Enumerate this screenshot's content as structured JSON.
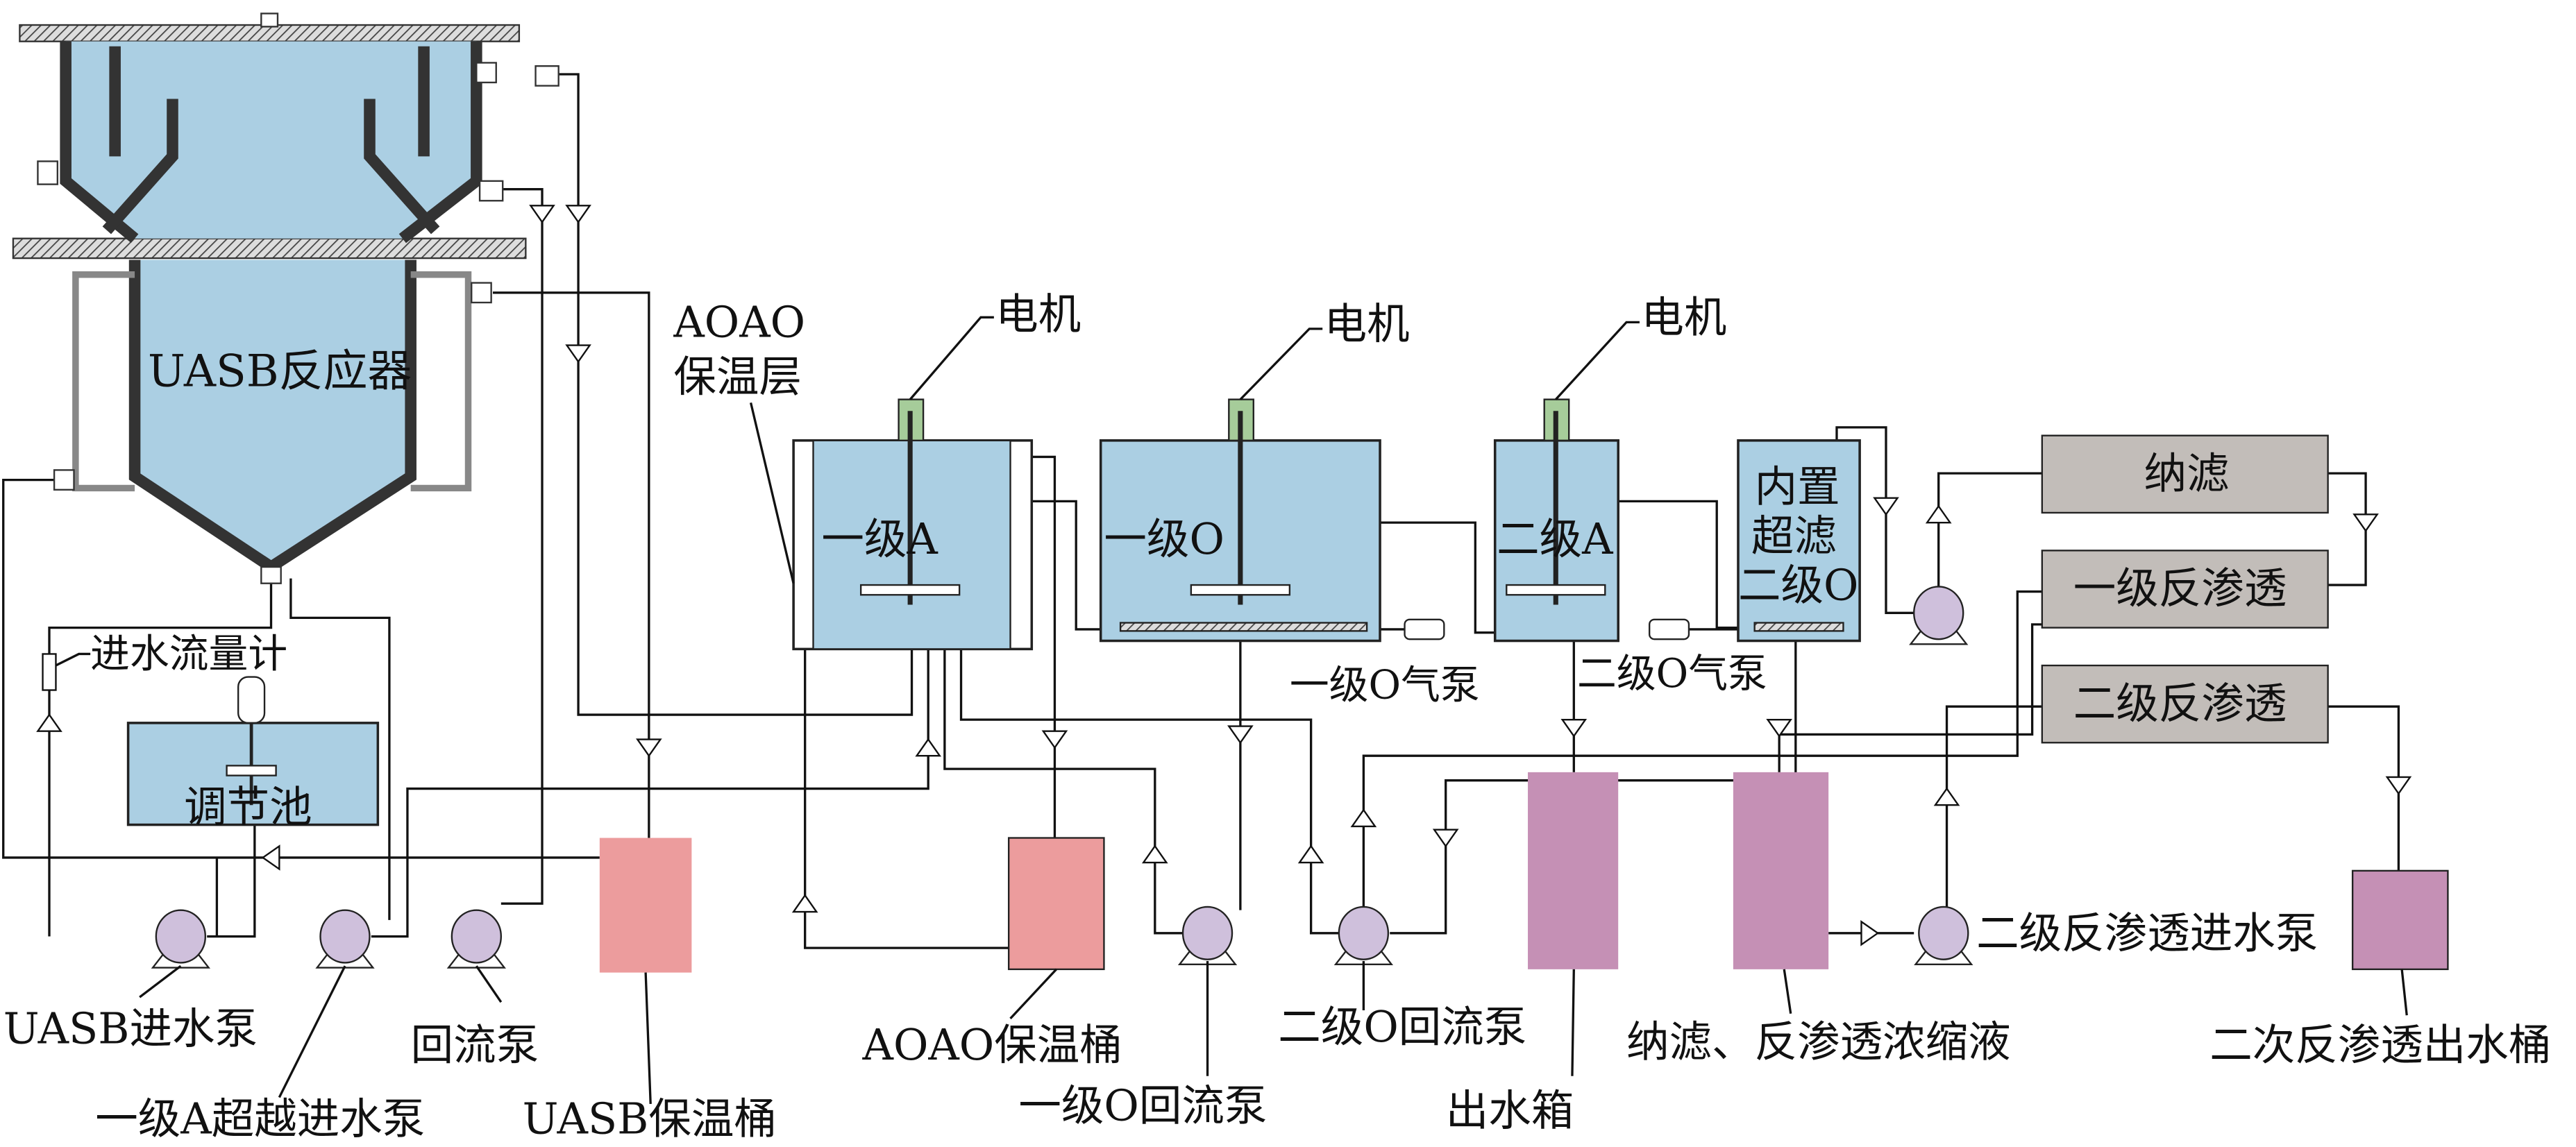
{
  "colors": {
    "tank_water": "#abcfe3",
    "motor": "#a6cc9a",
    "pump": "#cfc0dc",
    "insulation_bucket": "#ec9c9d",
    "product_tank": "#c590b5",
    "membrane": "#c2bdb9",
    "line": "#111111"
  },
  "labels": {
    "uasb_reactor": "UASB反应器",
    "aoao_insulation_line1": "AOAO",
    "aoao_insulation_line2": "保温层",
    "motor_1": "电机",
    "motor_2": "电机",
    "motor_3": "电机",
    "tank_1a": "一级A",
    "tank_1o": "一级O",
    "tank_2a": "二级A",
    "tank_2o_line1": "内置",
    "tank_2o_line2": "超滤",
    "tank_2o_line3": "二级O",
    "flowmeter": "进水流量计",
    "equalization_tank": "调节池",
    "nanofiltration": "纳滤",
    "ro_stage1": "一级反渗透",
    "ro_stage2": "二级反渗透",
    "air_pump_1o": "一级O气泵",
    "air_pump_2o": "二级O气泵",
    "uasb_feed_pump": "UASB进水泵",
    "return_pump": "回流泵",
    "bypass_feed_pump": "一级A超越进水泵",
    "uasb_insulation_bucket": "UASB保温桶",
    "aoao_insulation_bucket": "AOAO保温桶",
    "return_pump_1o": "一级O回流泵",
    "return_pump_2o": "二级O回流泵",
    "effluent_tank": "出水箱",
    "concentrate": "纳滤、反渗透浓缩液",
    "ro2_feed_pump": "二级反渗透进水泵",
    "ro2_effluent_bucket": "二次反渗透出水桶"
  }
}
